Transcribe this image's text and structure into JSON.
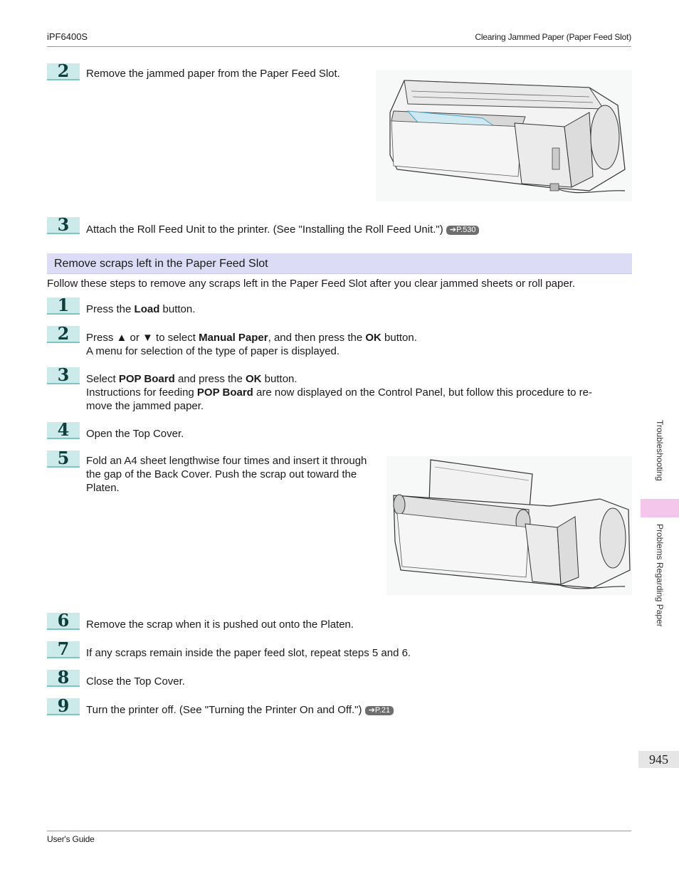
{
  "header": {
    "model": "iPF6400S",
    "section": "Clearing Jammed Paper (Paper Feed Slot)"
  },
  "steps_top": [
    {
      "num": "2",
      "text": "Remove the jammed paper from the Paper Feed Slot."
    },
    {
      "num": "3",
      "text": "Attach the Roll Feed Unit to the printer.  (See \"Installing the Roll Feed Unit.\")",
      "link": "➔P.530"
    }
  ],
  "section_title": "Remove scraps left in the Paper Feed Slot",
  "intro": "Follow these steps to remove any scraps left in the Paper Feed Slot after you clear jammed sheets or roll paper.",
  "steps": {
    "s1": {
      "num": "1",
      "pre": "Press the ",
      "b1": "Load",
      "post": " button."
    },
    "s2": {
      "num": "2",
      "pre": "Press ▲ or ▼ to select ",
      "b1": "Manual Paper",
      "mid": ", and then press the ",
      "b2": "OK",
      "post": " button.",
      "line2": "A menu for selection of the type of paper is displayed."
    },
    "s3": {
      "num": "3",
      "pre": "Select ",
      "b1": "POP Board",
      "mid": " and press the ",
      "b2": "OK",
      "post": " button.",
      "l2pre": "Instructions for feeding ",
      "l2b": "POP Board",
      "l2post": " are now displayed on the Control Panel, but follow this procedure to re-",
      "line3": "move the jammed paper."
    },
    "s4": {
      "num": "4",
      "text": "Open the Top Cover."
    },
    "s5": {
      "num": "5",
      "line1": "Fold an A4 sheet lengthwise four times and insert it through",
      "line2": "the gap of the Back Cover. Push the scrap out toward the",
      "line3": "Platen."
    },
    "s6": {
      "num": "6",
      "text": "Remove the scrap when it is pushed out onto the Platen."
    },
    "s7": {
      "num": "7",
      "text": "If any scraps remain inside the paper feed slot, repeat steps 5 and 6."
    },
    "s8": {
      "num": "8",
      "text": "Close the Top Cover."
    },
    "s9": {
      "num": "9",
      "text": "Turn the printer off.  (See \"Turning the Printer On and Off.\")",
      "link": "➔P.21"
    }
  },
  "side_tabs": {
    "top": "Troubleshooting",
    "bottom": "Problems Regarding Paper"
  },
  "page_number": "945",
  "footer": "User's Guide",
  "colors": {
    "step_badge": "#cdeaea",
    "section_bar": "#dcdcf7",
    "side_highlight": "#f4c6ec",
    "arrow": "#1ea0dc"
  }
}
